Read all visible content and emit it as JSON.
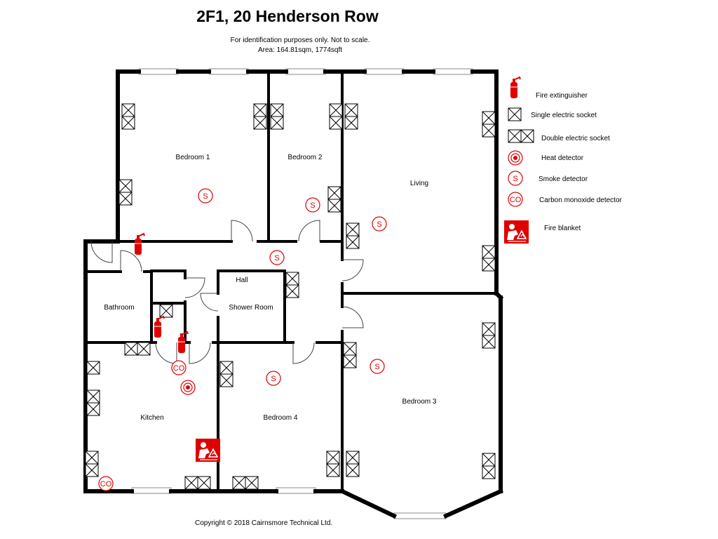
{
  "title": "2F1, 20 Henderson Row",
  "subtitle_line1": "For identification purposes only. Not to scale.",
  "subtitle_line2": "Area: 164.81sqm, 1774sqft",
  "copyright": "Copyright © 2018 Cairnsmore Technical Ltd.",
  "rooms": {
    "bedroom1": "Bedroom 1",
    "bedroom2": "Bedroom 2",
    "living": "Living",
    "hall": "Hall",
    "bathroom": "Bathroom",
    "shower_room": "Shower Room",
    "kitchen": "Kitchen",
    "bedroom4": "Bedroom 4",
    "bedroom3": "Bedroom 3"
  },
  "legend": {
    "fire_extinguisher": "Fire extinguisher",
    "single_socket": "Single electric socket",
    "double_socket": "Double electric socket",
    "heat_detector": "Heat detector",
    "smoke_detector": "Smoke detector",
    "co_detector": "Carbon monoxide detector",
    "fire_blanket": "Fire blanket"
  },
  "symbols": {
    "smoke": "S",
    "co": "CO"
  },
  "colors": {
    "safety_red": "#e00000",
    "wall": "#000000"
  }
}
